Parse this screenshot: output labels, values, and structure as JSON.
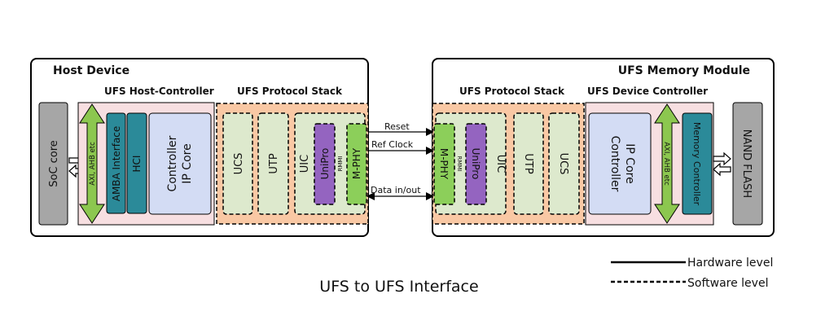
{
  "host": {
    "title": "Host Device",
    "host_controller_label": "UFS Host-Controller",
    "protocol_stack_label": "UFS Protocol Stack",
    "soc": "SoC  core",
    "bus": "AXI, AHB etc",
    "amba": "AMBA  Interface",
    "hci": "HCI",
    "controller_ip_line1": "Controller",
    "controller_ip_line2": "IP Core",
    "ucs": "UCS",
    "utp": "UTP",
    "uic": "UIC",
    "unipro": "UniPro",
    "rmmi": "RMMI",
    "mphy": "M-PHY"
  },
  "device": {
    "title": "UFS Memory Module",
    "protocol_stack_label": "UFS Protocol Stack",
    "device_controller_label": "UFS Device Controller",
    "mphy": "M-PHY",
    "rmmi": "RMMI",
    "unipro": "UniPro",
    "uic": "UIC",
    "utp": "UTP",
    "ucs": "UCS",
    "controller_ip_line1": "Controller",
    "controller_ip_line2": "IP Core",
    "bus": "AXI, AHB etc",
    "memory_controller": "Memory Controller",
    "nand": "NAND FLASH"
  },
  "signals": {
    "reset": "Reset",
    "ref_clock": "Ref Clock",
    "data": "Data in/out"
  },
  "caption": "UFS to UFS Interface",
  "legend": {
    "hardware": "Hardware level",
    "software": "Software level"
  },
  "colors": {
    "soc_gray": "#a6a6a6",
    "bus_green": "#8cc74f",
    "teal": "#2b8a99",
    "ip_core_blue": "#d3dcf4",
    "stack_orange": "#f9c8a4",
    "layer_green": "#dde9cd",
    "unipro_purple": "#9464c0",
    "mphy_green": "#8ccf5a",
    "controller_pink": "#f7dfe1"
  }
}
